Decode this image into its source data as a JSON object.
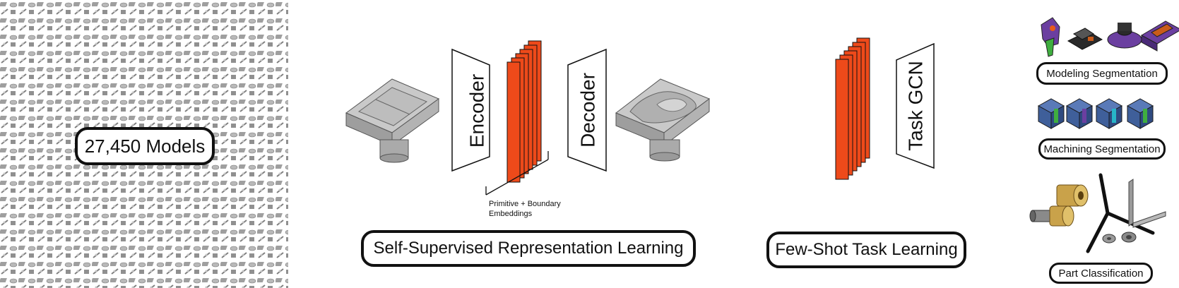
{
  "dataset": {
    "label": "27,450 Models"
  },
  "pretraining": {
    "encoder_label": "Encoder",
    "decoder_label": "Decoder",
    "embedding_label_line1": "Primitive + Boundary",
    "embedding_label_line2": "Embeddings",
    "stage_label": "Self-Supervised Representation Learning"
  },
  "fewshot": {
    "task_label": "Task GCN",
    "stage_label": "Few-Shot Task Learning"
  },
  "tasks": {
    "modeling_label": "Modeling Segmentation",
    "machining_label": "Machining Segmentation",
    "classification_label": "Part Classification"
  },
  "colors": {
    "embedding_orange": "#ee4a1a",
    "part_gray": "#a8a8a8",
    "purple": "#6b3fa0",
    "blue": "#3f5f9a",
    "brass": "#c9a24a",
    "green": "#3fae3f",
    "cyan": "#27b5c8"
  }
}
